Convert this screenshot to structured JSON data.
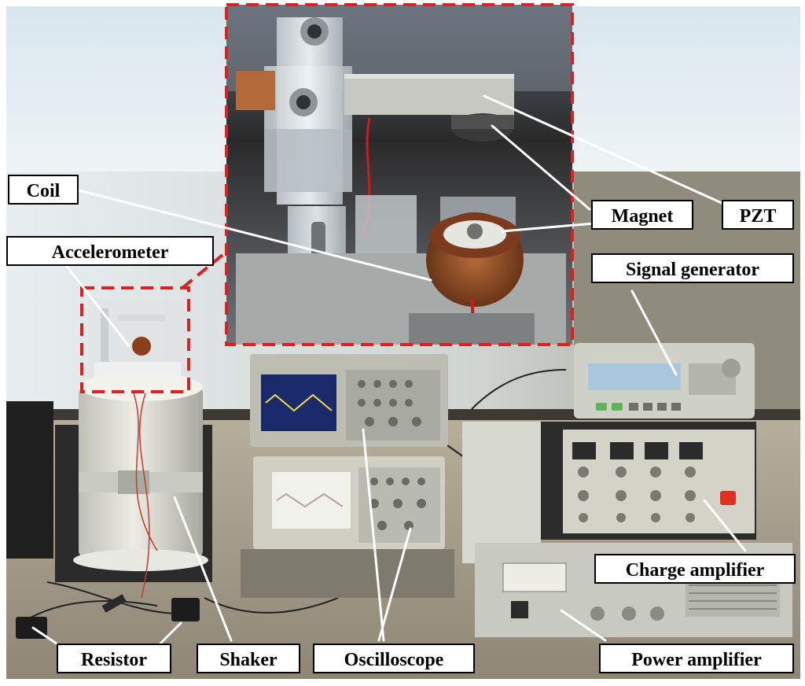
{
  "figure": {
    "labels": {
      "coil": "Coil",
      "accelerometer": "Accelerometer",
      "magnet": "Magnet",
      "pzt": "PZT",
      "signal_generator": "Signal generator",
      "charge_amplifier": "Charge amplifier",
      "power_amplifier": "Power amplifier",
      "resistor": "Resistor",
      "shaker": "Shaker",
      "oscilloscope": "Oscilloscope"
    },
    "colors": {
      "inset_border": "#e02020",
      "leader_line": "#ffffff",
      "label_border": "#000000",
      "label_background": "#ffffff"
    }
  }
}
